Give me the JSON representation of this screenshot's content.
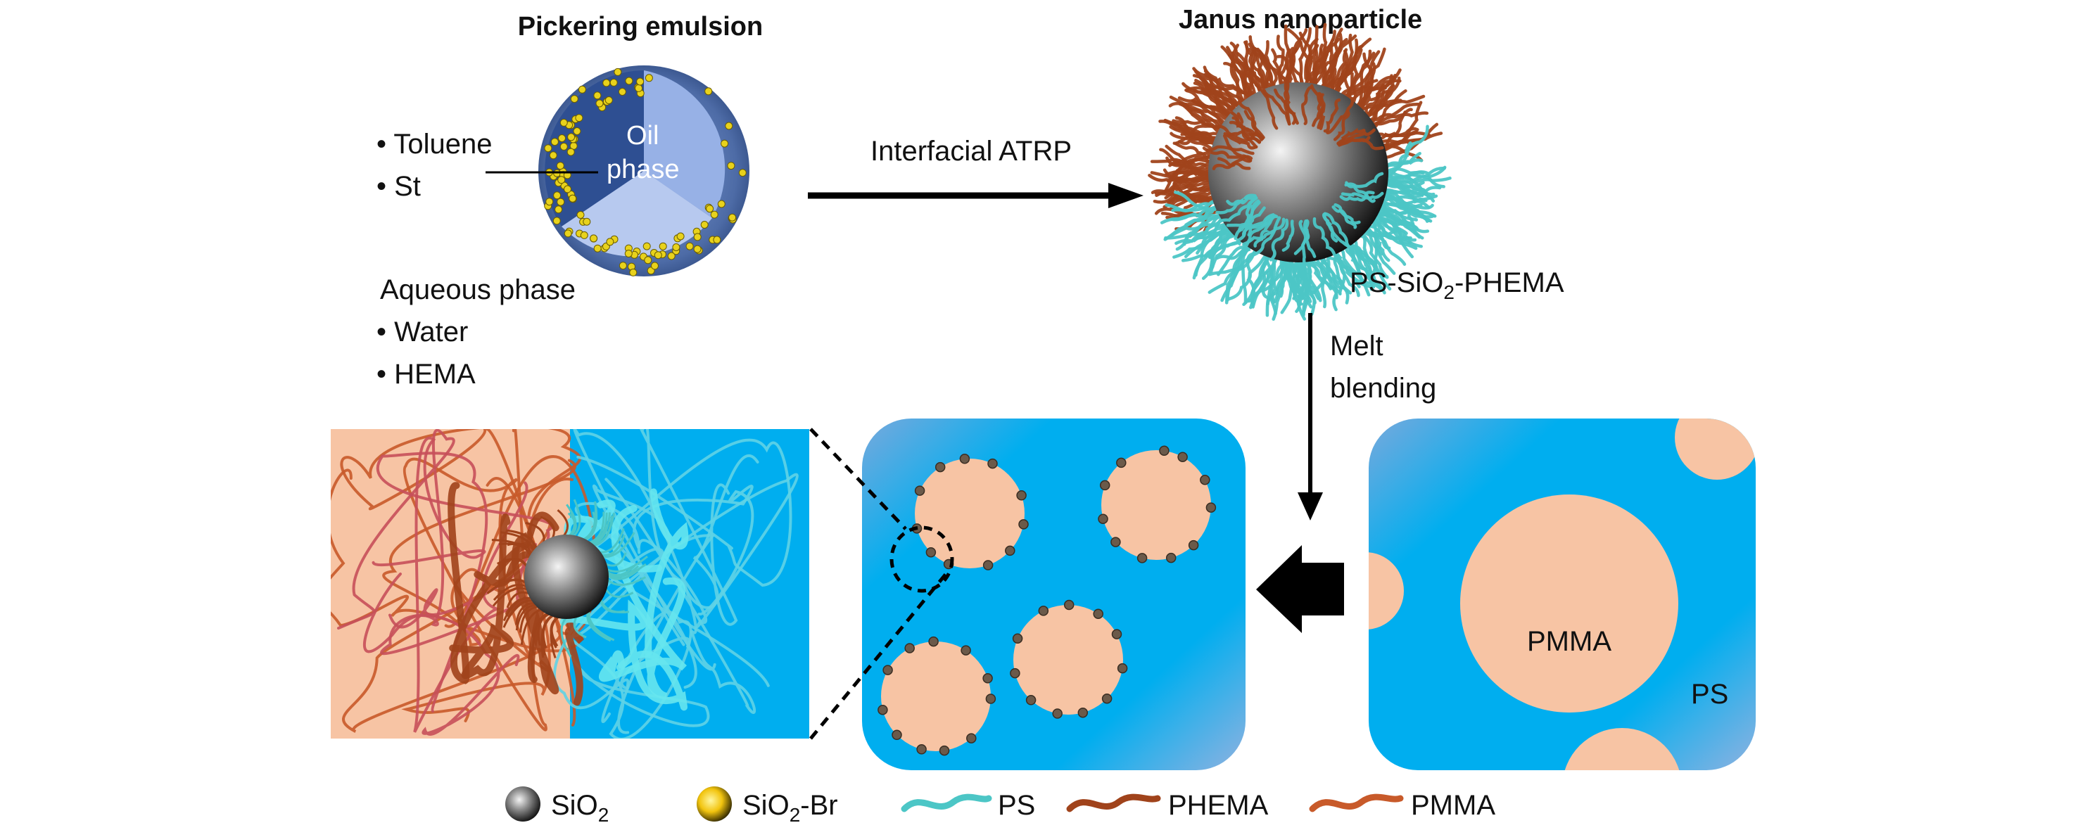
{
  "pickering": {
    "title": "Pickering emulsion",
    "oil_label_1": "Oil",
    "oil_label_2": "phase",
    "oil_items": [
      "Toluene",
      "St"
    ],
    "aqueous_title": "Aqueous phase",
    "aqueous_items": [
      "Water",
      "HEMA"
    ]
  },
  "janus": {
    "title": "Janus nanoparticle",
    "reaction": "Interfacial ATRP",
    "label_a": "PS-SiO",
    "label_sub": "2",
    "label_b": "-PHEMA",
    "process_1": "Melt",
    "process_2": "blending"
  },
  "blend": {
    "matrix_label": "PS",
    "domain_label": "PMMA"
  },
  "legend": {
    "sio2_a": "SiO",
    "sio2_sub": "2",
    "sio2br_a": "SiO",
    "sio2br_sub": "2",
    "sio2br_b": "-Br",
    "ps": "PS",
    "phema": "PHEMA",
    "pmma": "PMMA"
  },
  "colors": {
    "ps_matrix": "#00aeef",
    "pmma_domain": "#f7c4a4",
    "ps_chain": "#4cc6c6",
    "phema_chain": "#a0431b",
    "pmma_chain": "#c85a2a",
    "emulsion_shell": "#3f5f9a",
    "br_dot": "#e8d21c"
  }
}
